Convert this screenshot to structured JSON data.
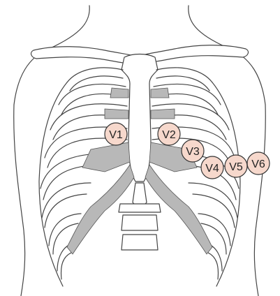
{
  "colors": {
    "background": "#ffffff",
    "outline": "#444444",
    "rib_fill": "#ffffff",
    "cartilage": "#b8b8b8",
    "electrode_fill": "#f6d8cc",
    "electrode_stroke": "#333333",
    "label": "#222222"
  },
  "electrodes": [
    {
      "id": "V1",
      "label": "V1"
    },
    {
      "id": "V2",
      "label": "V2"
    },
    {
      "id": "V3",
      "label": "V3"
    },
    {
      "id": "V4",
      "label": "V4"
    },
    {
      "id": "V5",
      "label": "V5"
    },
    {
      "id": "V6",
      "label": "V6"
    }
  ]
}
